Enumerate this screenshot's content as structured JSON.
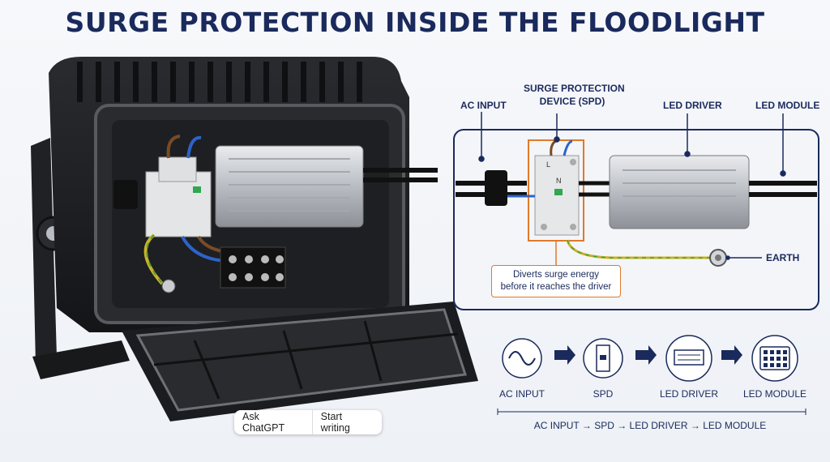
{
  "title": "SURGE PROTECTION INSIDE THE FLOODLIGHT",
  "callouts": {
    "ac_input": "AC INPUT",
    "spd": "SURGE PROTECTION",
    "spd_line2": "DEVICE (SPD)",
    "led_driver": "LED DRIVER",
    "led_module": "LED MODULE",
    "earth": "EARTH"
  },
  "note": {
    "line1": "Diverts surge energy",
    "line2": "before it reaches the driver"
  },
  "spd_terminals": [
    "L",
    "N"
  ],
  "flow": [
    {
      "label": "AC INPUT",
      "icon": "sine-wave-icon"
    },
    {
      "label": "SPD",
      "icon": "spd-icon"
    },
    {
      "label": "LED DRIVER",
      "icon": "driver-icon"
    },
    {
      "label": "LED MODULE",
      "icon": "led-module-icon"
    }
  ],
  "chain_text": "AC INPUT → SPD → LED DRIVER → LED MODULE",
  "chat": {
    "ask": "Ask ChatGPT",
    "write": "Start writing"
  },
  "colors": {
    "navy": "#1a2a5c",
    "orange": "#e07a2a",
    "housing": "#1b1c1f"
  }
}
